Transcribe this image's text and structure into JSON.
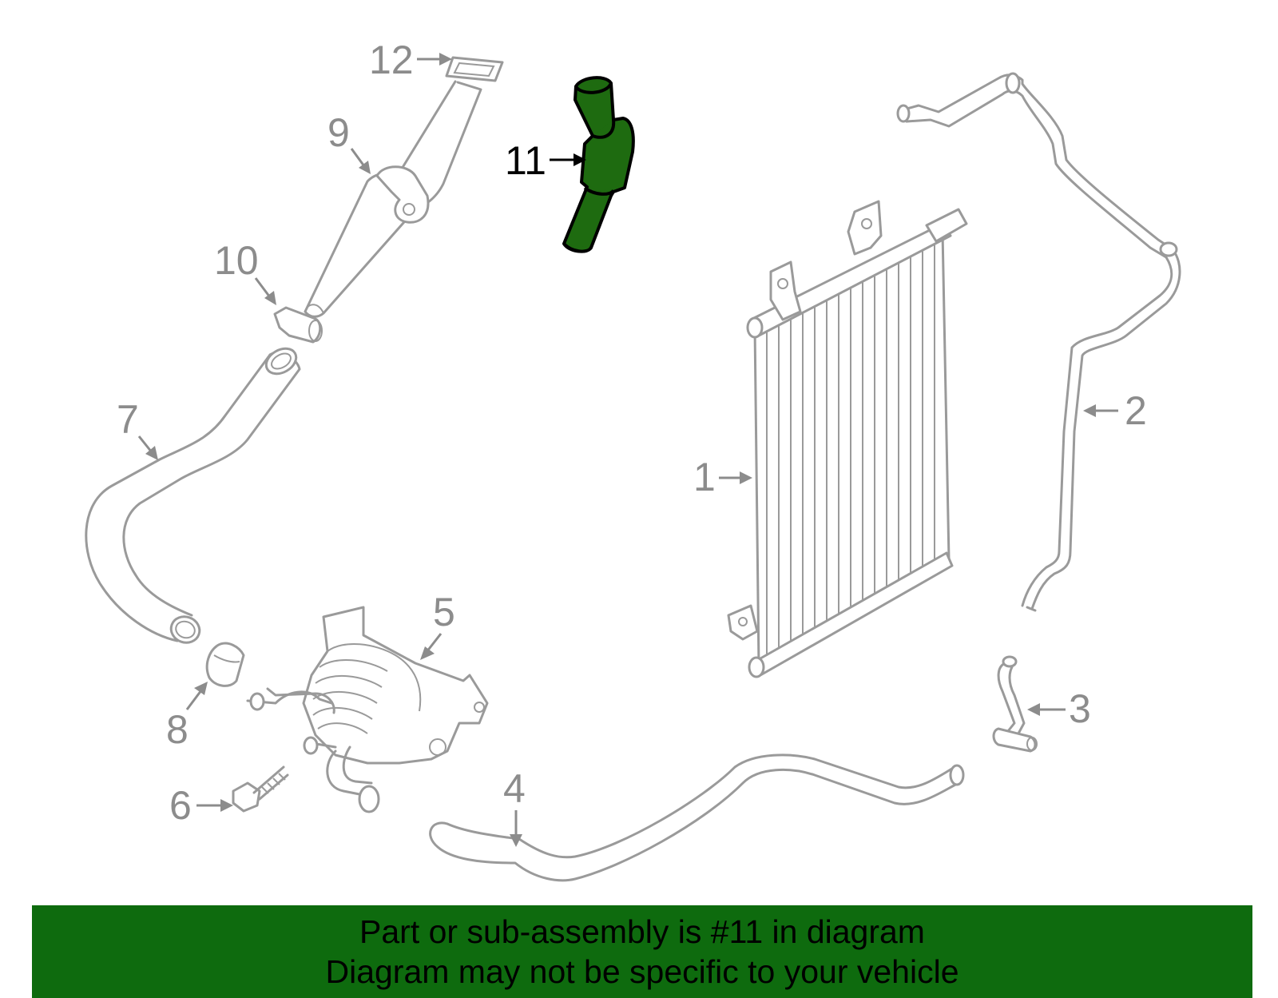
{
  "diagram": {
    "highlighted_part": "11",
    "colors": {
      "highlight_fill": "#1e6b10",
      "footer_background": "#0e6b0e",
      "part_outline": "#9a9a9a",
      "callout_gray": "#8c8c8c",
      "highlight_text": "#000000"
    },
    "callouts": [
      {
        "id": "1",
        "label": "1"
      },
      {
        "id": "2",
        "label": "2"
      },
      {
        "id": "3",
        "label": "3"
      },
      {
        "id": "4",
        "label": "4"
      },
      {
        "id": "5",
        "label": "5"
      },
      {
        "id": "6",
        "label": "6"
      },
      {
        "id": "7",
        "label": "7"
      },
      {
        "id": "8",
        "label": "8"
      },
      {
        "id": "9",
        "label": "9"
      },
      {
        "id": "10",
        "label": "10"
      },
      {
        "id": "11",
        "label": "11"
      },
      {
        "id": "12",
        "label": "12"
      }
    ]
  },
  "footer": {
    "line1": "Part or sub-assembly is #11 in diagram",
    "line2": "Diagram may not be specific to your vehicle"
  }
}
